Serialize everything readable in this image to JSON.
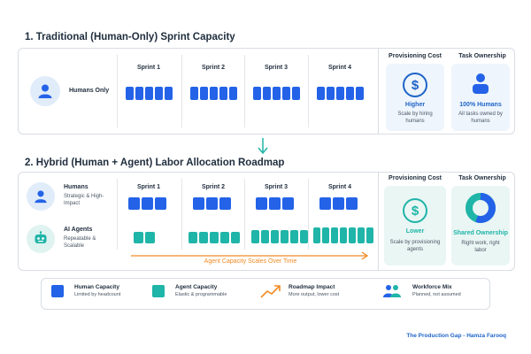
{
  "section1": {
    "title": "1. Traditional (Human-Only) Sprint Capacity",
    "row_label": "Humans Only",
    "sprints": [
      "Sprint 1",
      "Sprint 2",
      "Sprint 3",
      "Sprint 4"
    ],
    "blocks_per_sprint": 5,
    "provisioning": {
      "header": "Provisioning Cost",
      "value": "Higher",
      "desc": "Scale by hiring humans"
    },
    "ownership": {
      "header": "Task Ownership",
      "value": "100% Humans",
      "desc": "All tasks owned by humans"
    }
  },
  "section2": {
    "title": "2. Hybrid (Human + Agent) Labor Allocation Roadmap",
    "humans": {
      "label": "Humans",
      "sub": "Strategic & High-Impact",
      "blocks_per_sprint": [
        3,
        3,
        3,
        3
      ]
    },
    "agents": {
      "label": "AI Agents",
      "sub": "Repeatable & Scalable",
      "blocks_per_sprint": [
        2,
        5,
        6,
        7
      ]
    },
    "sprints": [
      "Sprint 1",
      "Sprint 2",
      "Sprint 3",
      "Sprint 4"
    ],
    "arrow_label": "Agent Capacity Scales Over Time",
    "provisioning": {
      "header": "Provisioning Cost",
      "value": "Lower",
      "desc": "Scale by provisioning agents"
    },
    "ownership": {
      "header": "Task Ownership",
      "value": "Shared Ownership",
      "desc": "Right work, right labor"
    }
  },
  "legend": [
    {
      "title": "Human Capacity",
      "sub": "Limited by headcount",
      "icon": "blue-square-icon"
    },
    {
      "title": "Agent Capacity",
      "sub": "Elastic & programmable",
      "icon": "teal-square-icon"
    },
    {
      "title": "Roadmap Impact",
      "sub": "More output, lower cost",
      "icon": "trend-arrow-icon"
    },
    {
      "title": "Workforce Mix",
      "sub": "Planned, not assumed",
      "icon": "people-icon"
    }
  ],
  "footer": "The Production Gap - Hamza Farooq",
  "colors": {
    "human": "#2463e8",
    "agent": "#1fb5a8",
    "accent": "#f08a24",
    "text_blue": "#1f64c8"
  }
}
